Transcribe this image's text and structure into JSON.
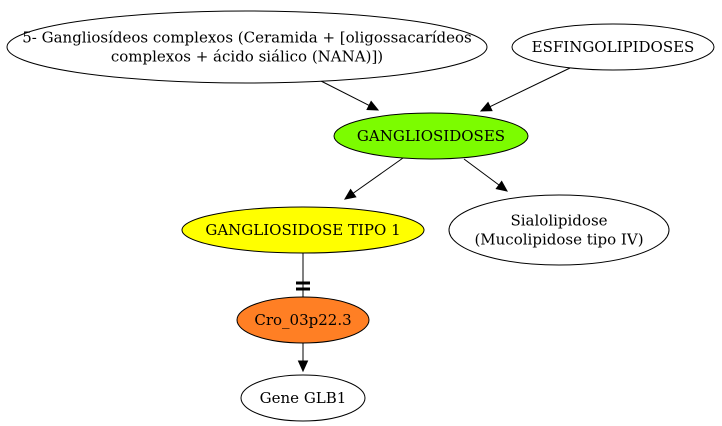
{
  "nodes": {
    "gangliosideos_complexos": {
      "lines": [
        "5- Gangliosídeos complexos (Ceramida + [oligossacarídeos",
        "complexos + ácido siálico (NANA)])"
      ],
      "fill": "#ffffff"
    },
    "esfingolipidoses": {
      "lines": [
        "ESFINGOLIPIDOSES"
      ],
      "fill": "#ffffff"
    },
    "gangliosidoses": {
      "lines": [
        "GANGLIOSIDOSES"
      ],
      "fill": "#7cfc00"
    },
    "gangliosidose_tipo1": {
      "lines": [
        "GANGLIOSIDOSE TIPO 1"
      ],
      "fill": "#ffff00"
    },
    "sialolipidose": {
      "lines": [
        "Sialolipidose",
        "(Mucolipidose tipo IV)"
      ],
      "fill": "#ffffff"
    },
    "cro_03p22": {
      "lines": [
        "Cro_03p22.3"
      ],
      "fill": "#ff7f24"
    },
    "gene_glb1": {
      "lines": [
        "Gene GLB1"
      ],
      "fill": "#ffffff"
    }
  },
  "edges": [
    {
      "from": "gangliosideos_complexos",
      "to": "gangliosidoses",
      "head": "arrow"
    },
    {
      "from": "esfingolipidoses",
      "to": "gangliosidoses",
      "head": "arrow"
    },
    {
      "from": "gangliosidoses",
      "to": "gangliosidose_tipo1",
      "head": "arrow"
    },
    {
      "from": "gangliosidoses",
      "to": "sialolipidose",
      "head": "arrow"
    },
    {
      "from": "gangliosidose_tipo1",
      "to": "cro_03p22",
      "head": "tee"
    },
    {
      "from": "cro_03p22",
      "to": "gene_glb1",
      "head": "arrow"
    }
  ]
}
